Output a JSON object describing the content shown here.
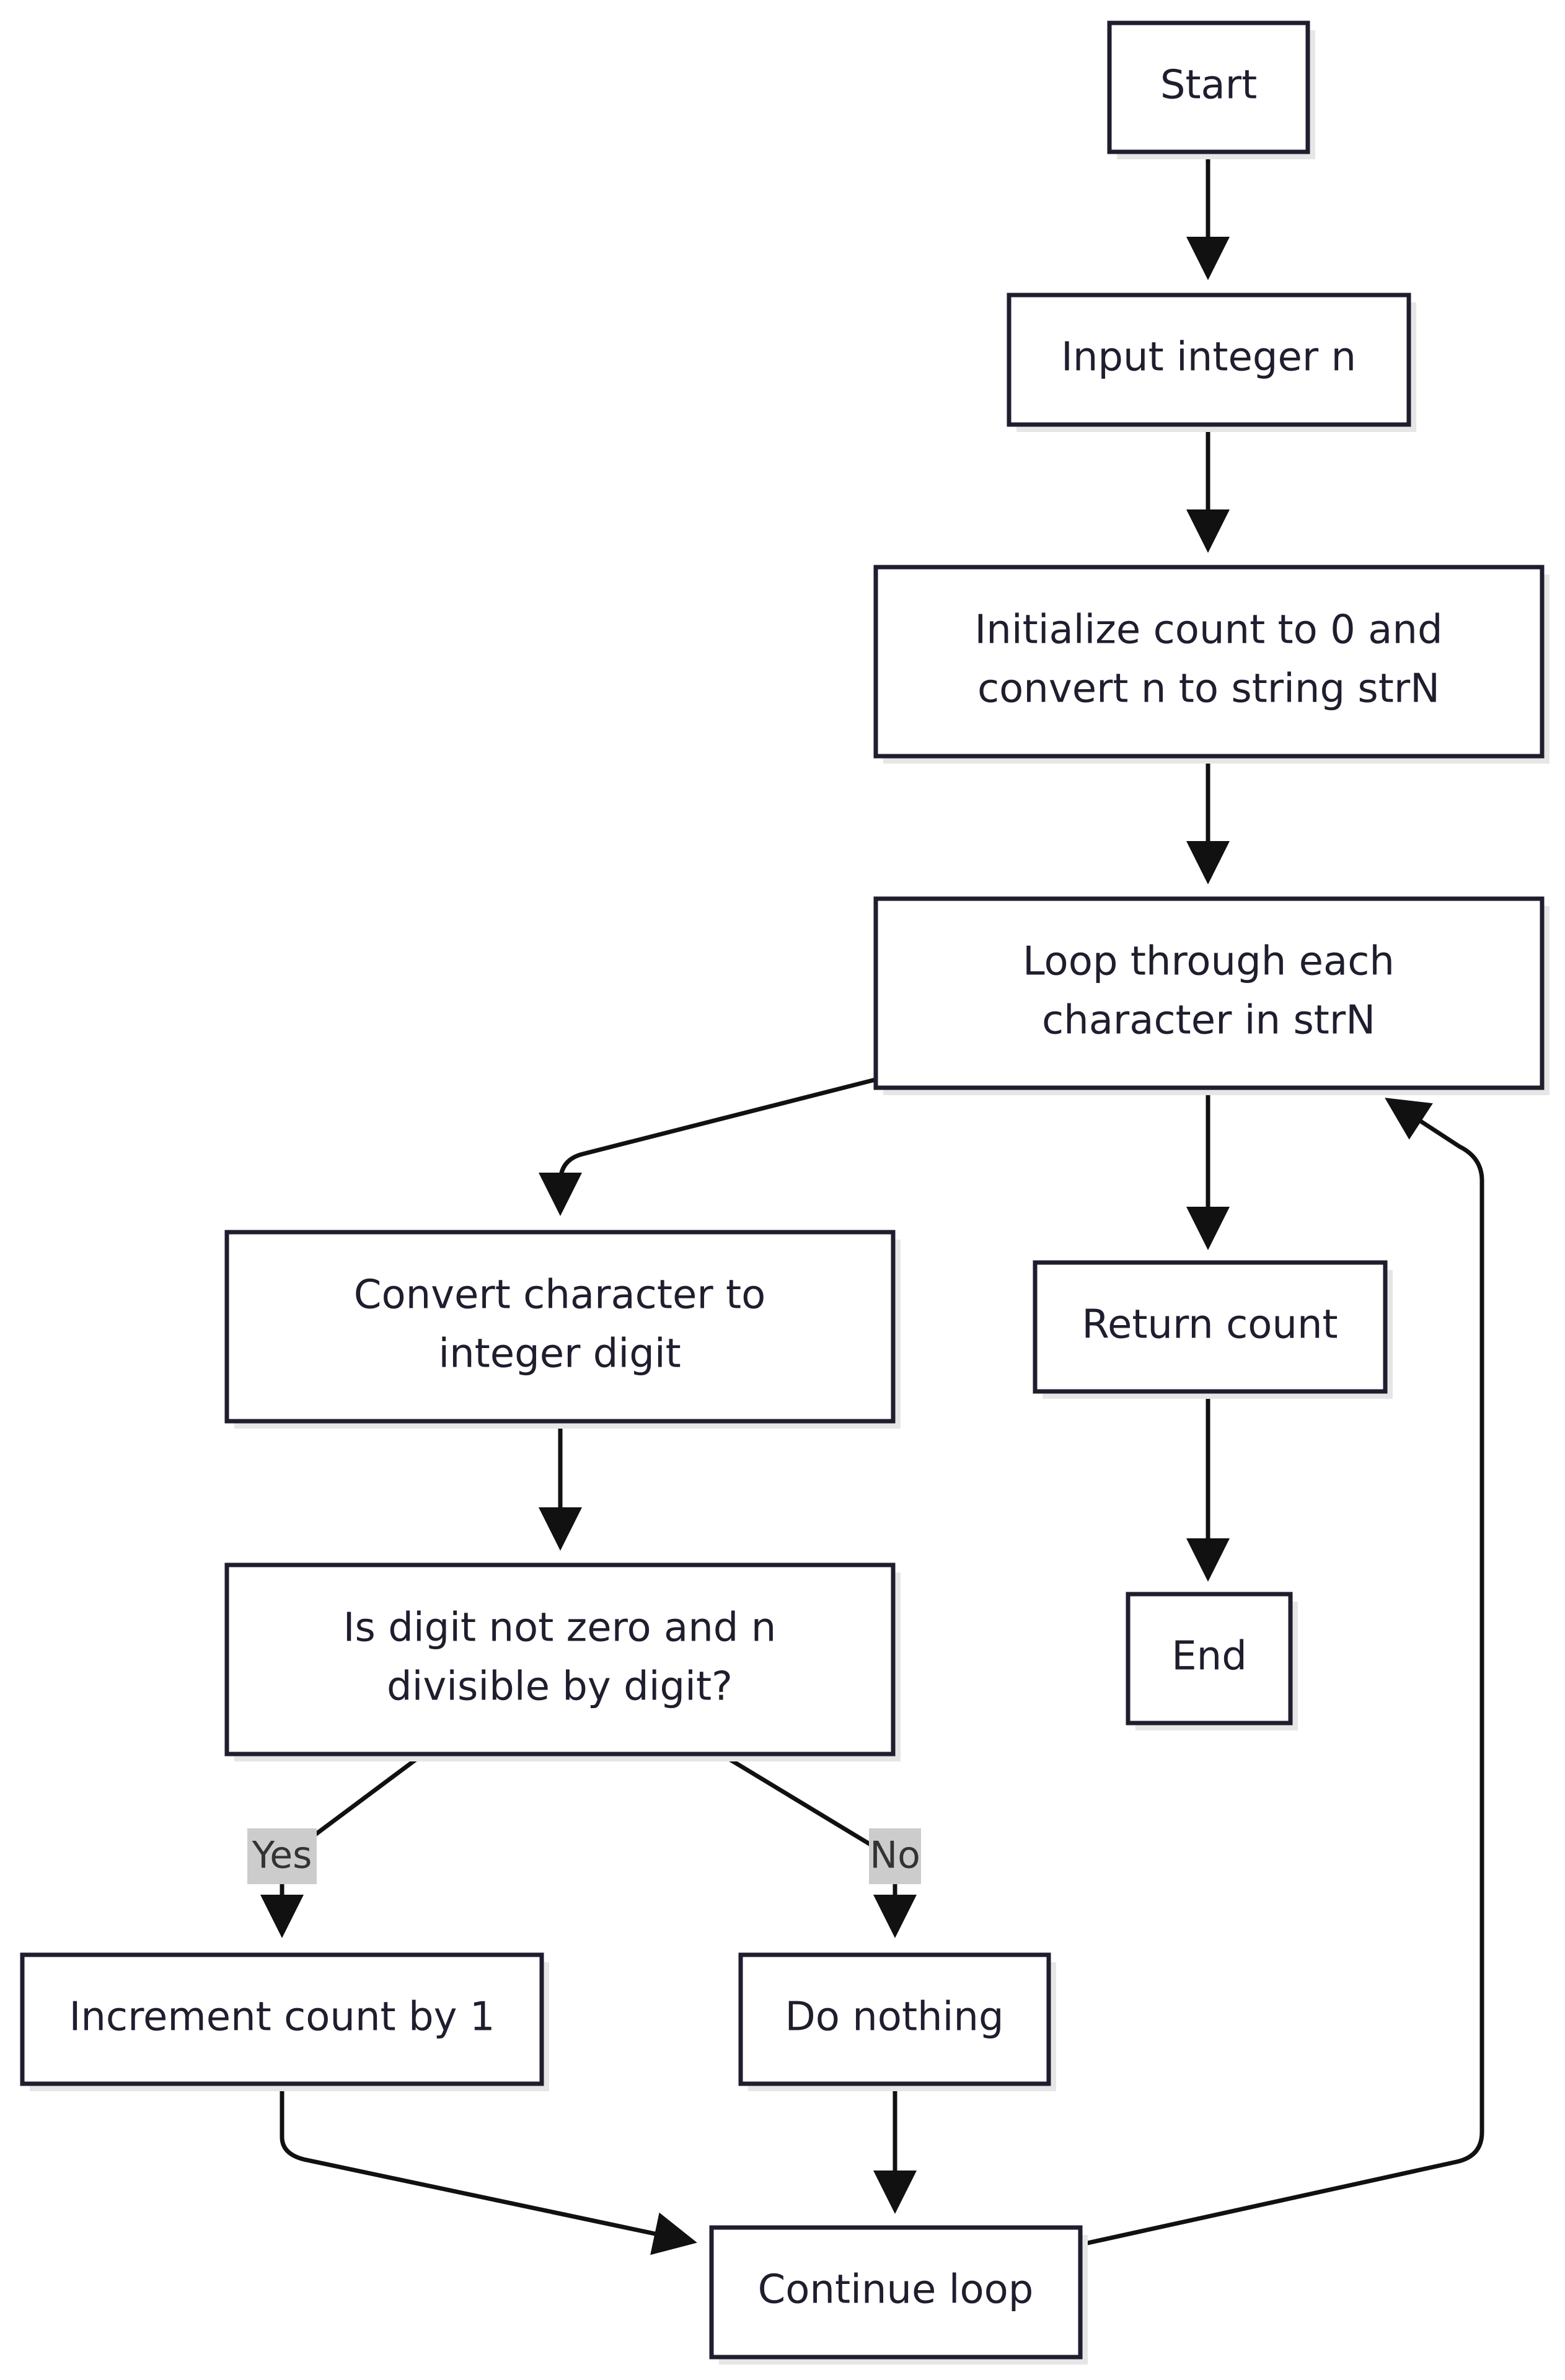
{
  "nodes": {
    "start": "Start",
    "input": "Input integer n",
    "init_line1": "Initialize count to 0 and",
    "init_line2": "convert n to string strN",
    "loop_line1": "Loop through each",
    "loop_line2": "character in strN",
    "convert_line1": "Convert character to",
    "convert_line2": "integer digit",
    "decision_line1": "Is digit not zero and n",
    "decision_line2": "divisible by digit?",
    "increment": "Increment count by 1",
    "nothing": "Do nothing",
    "continue": "Continue loop",
    "return": "Return count",
    "end": "End"
  },
  "edge_labels": {
    "yes": "Yes",
    "no": "No"
  }
}
